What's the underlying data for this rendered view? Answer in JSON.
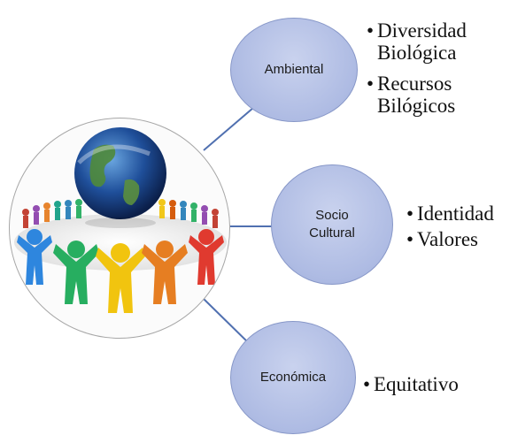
{
  "nodes": {
    "ambiental": {
      "label": "Ambiental"
    },
    "socio_cultural": {
      "label_line1": "Socio",
      "label_line2": "Cultural"
    },
    "economica": {
      "label": "Económica"
    }
  },
  "bullets": {
    "ambiental": [
      {
        "line1": "Diversidad",
        "line2": "Biológica"
      },
      {
        "line1": "Recursos",
        "line2": "Bilógicos"
      }
    ],
    "socio_cultural": [
      "Identidad",
      "Valores"
    ],
    "economica": [
      "Equitativo"
    ]
  },
  "colors": {
    "connector": "#5070b0",
    "node_fill": "#aebbe3",
    "node_border": "#8797c8"
  },
  "hub_image": {
    "icon": "globe-with-people-circle-icon"
  }
}
